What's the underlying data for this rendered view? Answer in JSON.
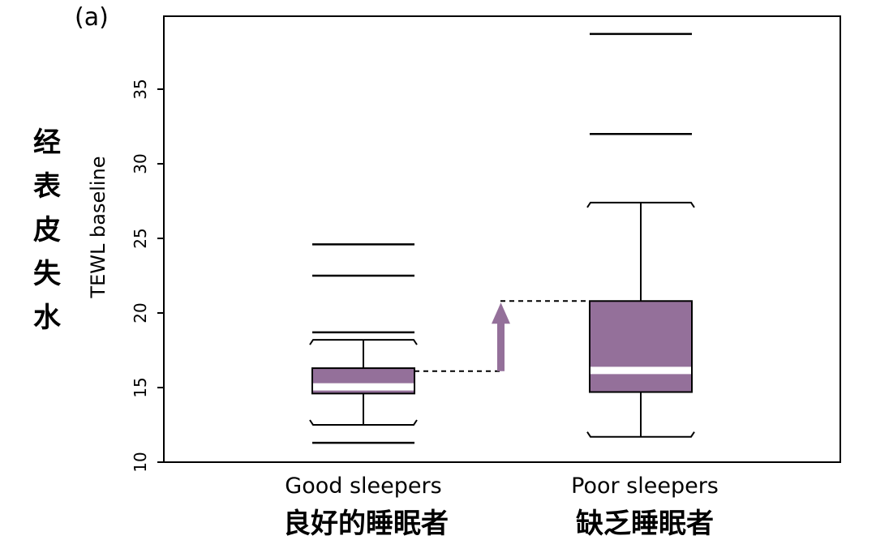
{
  "chart_data": {
    "type": "box",
    "panel_label": "(a)",
    "ylabel": "TEWL baseline",
    "ylabel_cn": "经表皮失水",
    "ylim": [
      10,
      39
    ],
    "yticks": [
      10,
      15,
      20,
      25,
      30,
      35
    ],
    "grid": false,
    "box_color": "#94709a",
    "median_color": "#ffffff",
    "series": [
      {
        "category": "Good sleepers",
        "category_cn": "良好的睡眠者",
        "q1": 14.6,
        "median": 15.05,
        "q3": 16.3,
        "whisker_low": 12.5,
        "whisker_high": 18.2,
        "outliers": [
          11.3,
          18.7,
          22.5,
          24.6
        ]
      },
      {
        "category": "Poor sleepers",
        "category_cn": "缺乏睡眠者",
        "q1": 14.7,
        "median": 16.15,
        "q3": 20.8,
        "whisker_low": 11.7,
        "whisker_high": 27.4,
        "outliers": [
          32.0,
          38.7
        ]
      }
    ],
    "annotation": {
      "type": "increase-arrow",
      "from_value": 16.1,
      "to_value": 20.8,
      "color": "#94709a"
    }
  }
}
